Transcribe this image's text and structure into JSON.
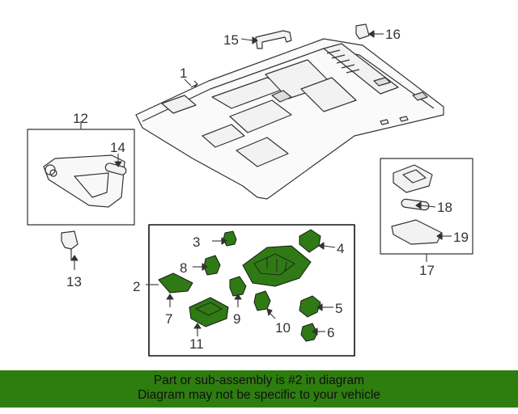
{
  "callouts": {
    "c1": "1",
    "c2": "2",
    "c3": "3",
    "c4": "4",
    "c5": "5",
    "c6": "6",
    "c7": "7",
    "c8": "8",
    "c9": "9",
    "c10": "10",
    "c11": "11",
    "c12": "12",
    "c13": "13",
    "c14": "14",
    "c15": "15",
    "c16": "16",
    "c17": "17",
    "c18": "18",
    "c19": "19"
  },
  "banner": {
    "line1": "Part or sub-assembly is #2 in diagram",
    "line2": "Diagram may not be specific to your vehicle"
  },
  "colors": {
    "highlight_part": "#2f7a14",
    "banner_bg": "#2e7d0f",
    "line_art": "#333333"
  }
}
